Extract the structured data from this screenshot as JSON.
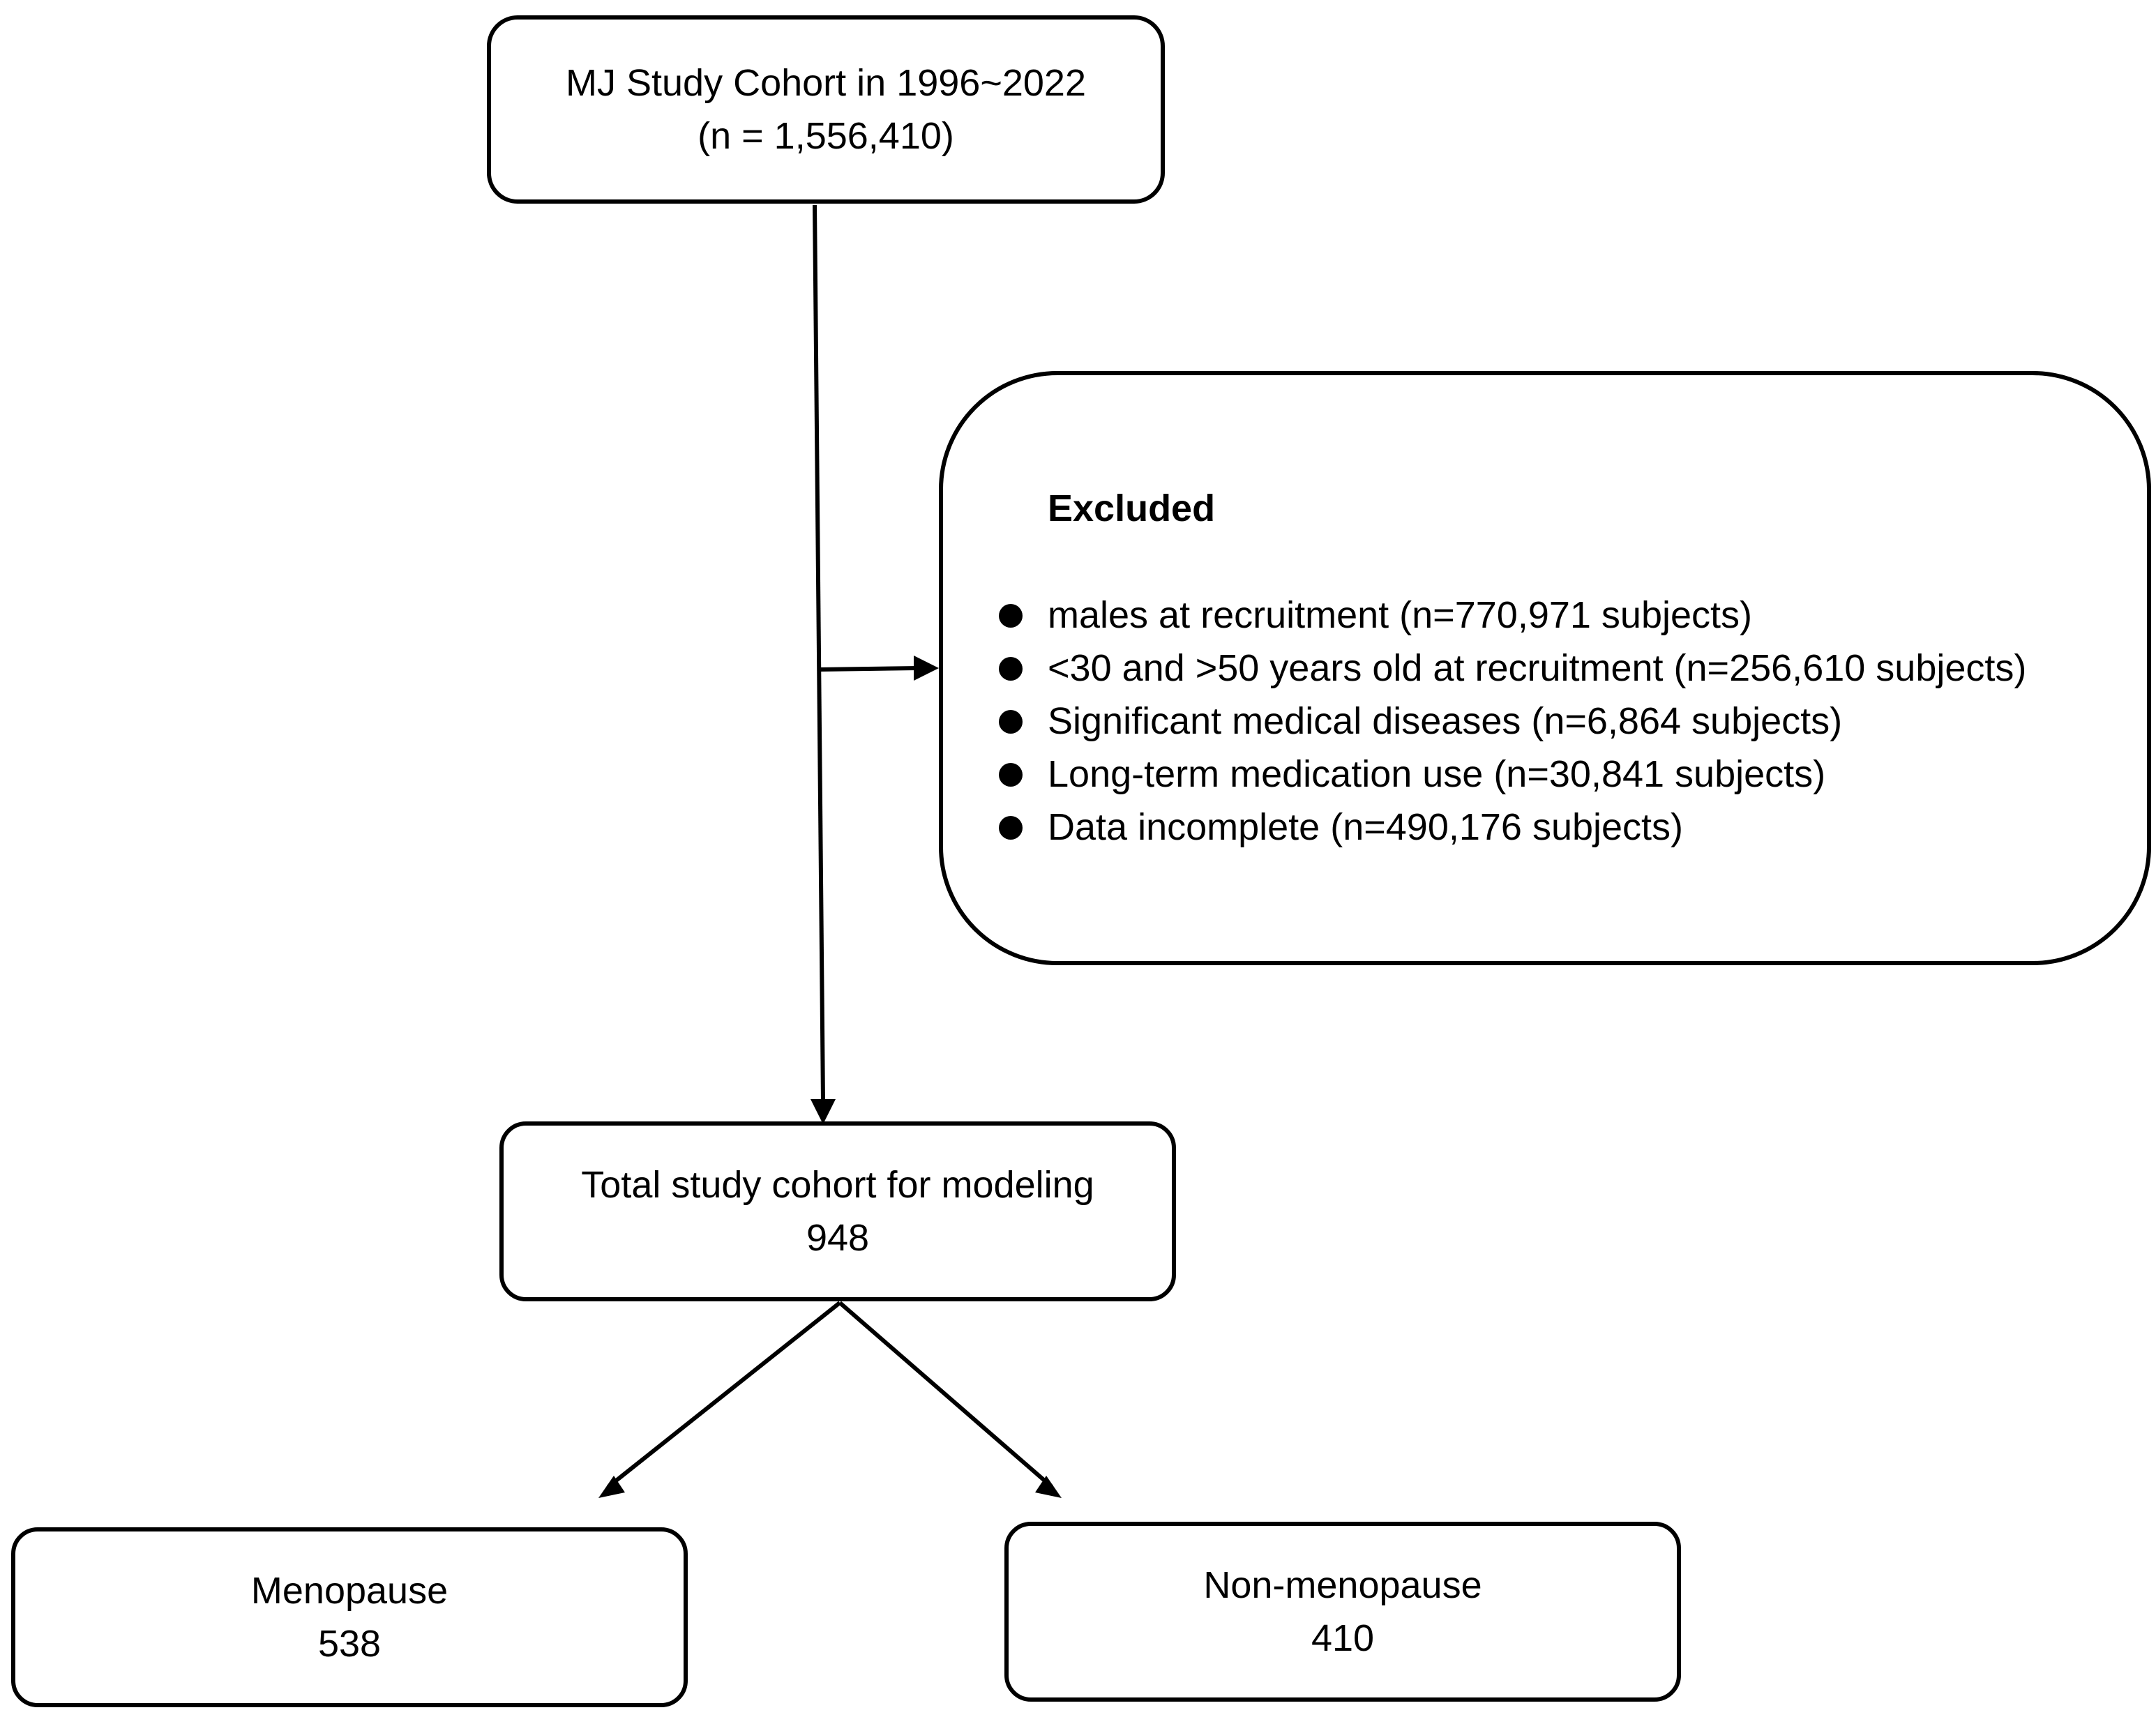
{
  "flowchart": {
    "cohort": {
      "line1": "MJ Study Cohort in 1996~2022",
      "line2": "(n = 1,556,410)"
    },
    "excluded": {
      "title": "Excluded",
      "items": [
        "males at recruitment (n=770,971 subjects)",
        "<30 and >50 years old at recruitment (n=256,610 subjects)",
        "Significant medical diseases (n=6,864 subjects)",
        "Long-term medication use (n=30,841 subjects)",
        "Data incomplete (n=490,176 subjects)"
      ]
    },
    "total": {
      "line1": "Total study cohort for modeling",
      "line2": "948"
    },
    "menopause": {
      "line1": "Menopause",
      "line2": "538"
    },
    "non_menopause": {
      "line1": "Non-menopause",
      "line2": "410"
    }
  }
}
